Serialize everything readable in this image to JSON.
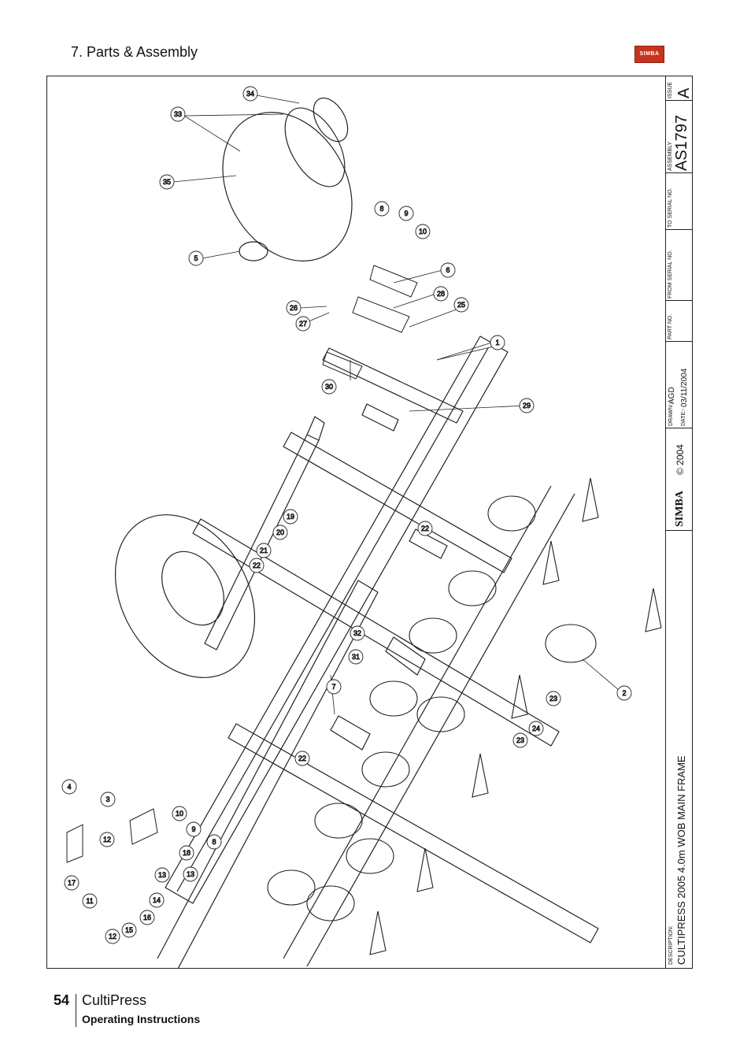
{
  "header": {
    "section_title": "7. Parts & Assembly",
    "logo_text": "SIMBA"
  },
  "footer": {
    "page_number": "54",
    "product": "CultiPress",
    "subtitle": "Operating Instructions"
  },
  "titleblock": {
    "issue_label": "ISSUE",
    "issue_value": "A",
    "assembly_label": "ASSEMBLY",
    "assembly_value": "AS1797",
    "to_serial_label": "TO SERIAL NO.",
    "from_serial_label": "FROM SERIAL NO.",
    "part_no_label": "PART NO.",
    "drawn_label": "DRAWN:-",
    "drawn_value": "AGD",
    "date_label": "DATE:-",
    "date_value": "03/11/2004",
    "brand": "SIMBA",
    "copyright": "© 2004",
    "description_label": "DESCRIPTION:",
    "description_value": "CULTIPRESS 2005 4.0m WOB MAIN FRAME"
  },
  "callouts": [
    {
      "id": "c34",
      "label": "34"
    },
    {
      "id": "c33",
      "label": "33"
    },
    {
      "id": "c35",
      "label": "35"
    },
    {
      "id": "c5",
      "label": "5"
    },
    {
      "id": "c8a",
      "label": "8"
    },
    {
      "id": "c9a",
      "label": "9"
    },
    {
      "id": "c10a",
      "label": "10"
    },
    {
      "id": "c6",
      "label": "6"
    },
    {
      "id": "c28",
      "label": "28"
    },
    {
      "id": "c26",
      "label": "26"
    },
    {
      "id": "c27",
      "label": "27"
    },
    {
      "id": "c25",
      "label": "25"
    },
    {
      "id": "c1",
      "label": "1"
    },
    {
      "id": "c30",
      "label": "30"
    },
    {
      "id": "c29",
      "label": "29"
    },
    {
      "id": "c22a",
      "label": "22"
    },
    {
      "id": "c19",
      "label": "19"
    },
    {
      "id": "c20",
      "label": "20"
    },
    {
      "id": "c21",
      "label": "21"
    },
    {
      "id": "c22b",
      "label": "22"
    },
    {
      "id": "c32",
      "label": "32"
    },
    {
      "id": "c31",
      "label": "31"
    },
    {
      "id": "c7",
      "label": "7"
    },
    {
      "id": "c2",
      "label": "2"
    },
    {
      "id": "c23a",
      "label": "23"
    },
    {
      "id": "c24",
      "label": "24"
    },
    {
      "id": "c23b",
      "label": "23"
    },
    {
      "id": "c22c",
      "label": "22"
    },
    {
      "id": "c4",
      "label": "4"
    },
    {
      "id": "c3",
      "label": "3"
    },
    {
      "id": "c10b",
      "label": "10"
    },
    {
      "id": "c9b",
      "label": "9"
    },
    {
      "id": "c8b",
      "label": "8"
    },
    {
      "id": "c12a",
      "label": "12"
    },
    {
      "id": "c18",
      "label": "18"
    },
    {
      "id": "c13a",
      "label": "13"
    },
    {
      "id": "c13b",
      "label": "13"
    },
    {
      "id": "c14",
      "label": "14"
    },
    {
      "id": "c17",
      "label": "17"
    },
    {
      "id": "c11",
      "label": "11"
    },
    {
      "id": "c16",
      "label": "16"
    },
    {
      "id": "c15",
      "label": "15"
    },
    {
      "id": "c12b",
      "label": "12"
    }
  ]
}
